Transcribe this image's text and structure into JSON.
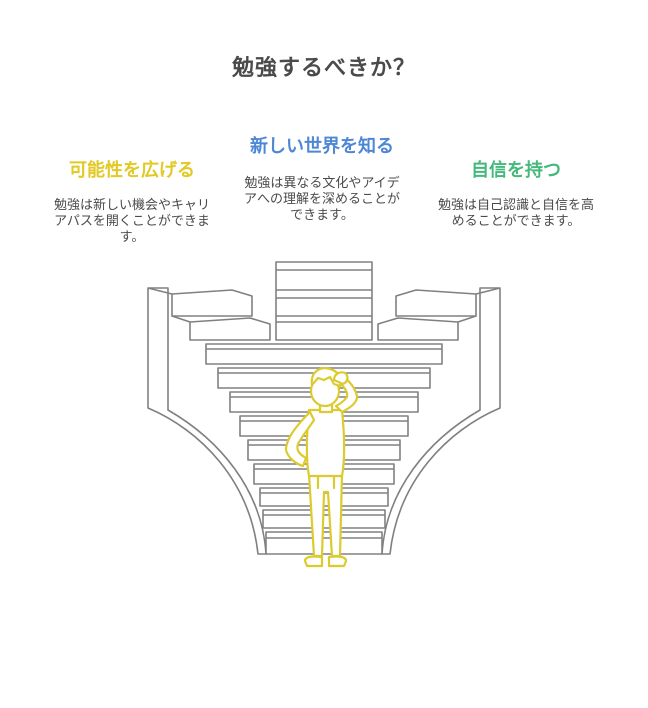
{
  "title": "勉強するべきか？",
  "columns": [
    {
      "heading": "可能性を広げる",
      "body": "勉強は新しい機会やキャリアパスを開くことができます。",
      "color": "#e2c923"
    },
    {
      "heading": "新しい世界を知る",
      "body": "勉強は異なる文化やアイデアへの理解を深めることができます。",
      "color": "#4e87d6"
    },
    {
      "heading": "自信を持つ",
      "body": "勉強は自己認識と自信を高めることができます。",
      "color": "#45b97c"
    }
  ],
  "illustration": {
    "stair_color": "#808080",
    "figure_color": "#dccb2e"
  }
}
